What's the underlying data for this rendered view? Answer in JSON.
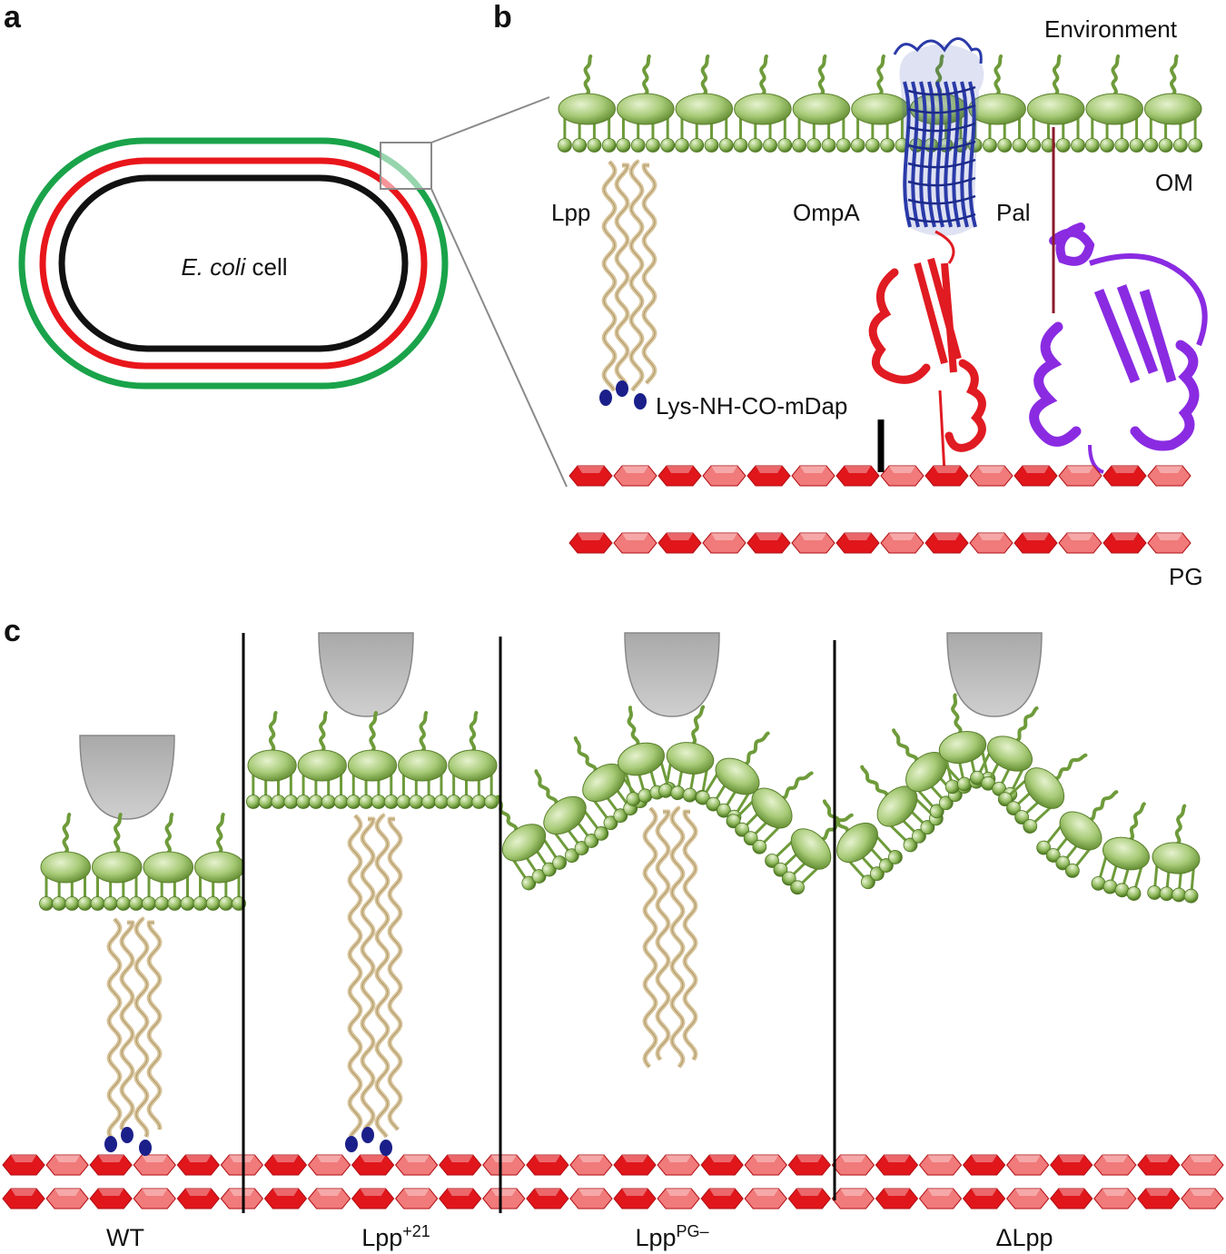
{
  "panels": {
    "a": {
      "letter": "a",
      "cell_label_italic": "E. coli",
      "cell_label_rest": " cell"
    },
    "b": {
      "letter": "b",
      "labels": {
        "environment": "Environment",
        "om": "OM",
        "lpp": "Lpp",
        "ompa": "OmpA",
        "pal": "Pal",
        "crosslink": "Lys-NH-CO-mDap",
        "pg": "PG"
      }
    },
    "c": {
      "letter": "c",
      "conditions": [
        {
          "base": "WT",
          "sup": ""
        },
        {
          "base": "Lpp",
          "sup": "+21"
        },
        {
          "base": "Lpp",
          "sup": "PG–"
        },
        {
          "base": "ΔLpp",
          "sup": ""
        }
      ]
    }
  },
  "colors": {
    "outer_membrane_ring": "#1aa34a",
    "peptidoglycan_ring": "#e8161b",
    "inner_membrane_ring": "#111111",
    "lipid_head": "#9cc16a",
    "lipid_tail": "#6e9b3a",
    "lpp_helix": "#d8c49a",
    "crosslink_ball": "#1b1f8a",
    "ompa_barrel": "#2a3aa8",
    "ompa_domain": "#e01b22",
    "pal": "#8a2be2",
    "pg_dark": "#e0161b",
    "pg_light": "#f17a7a",
    "afm_tip": "#bdbdbd"
  }
}
